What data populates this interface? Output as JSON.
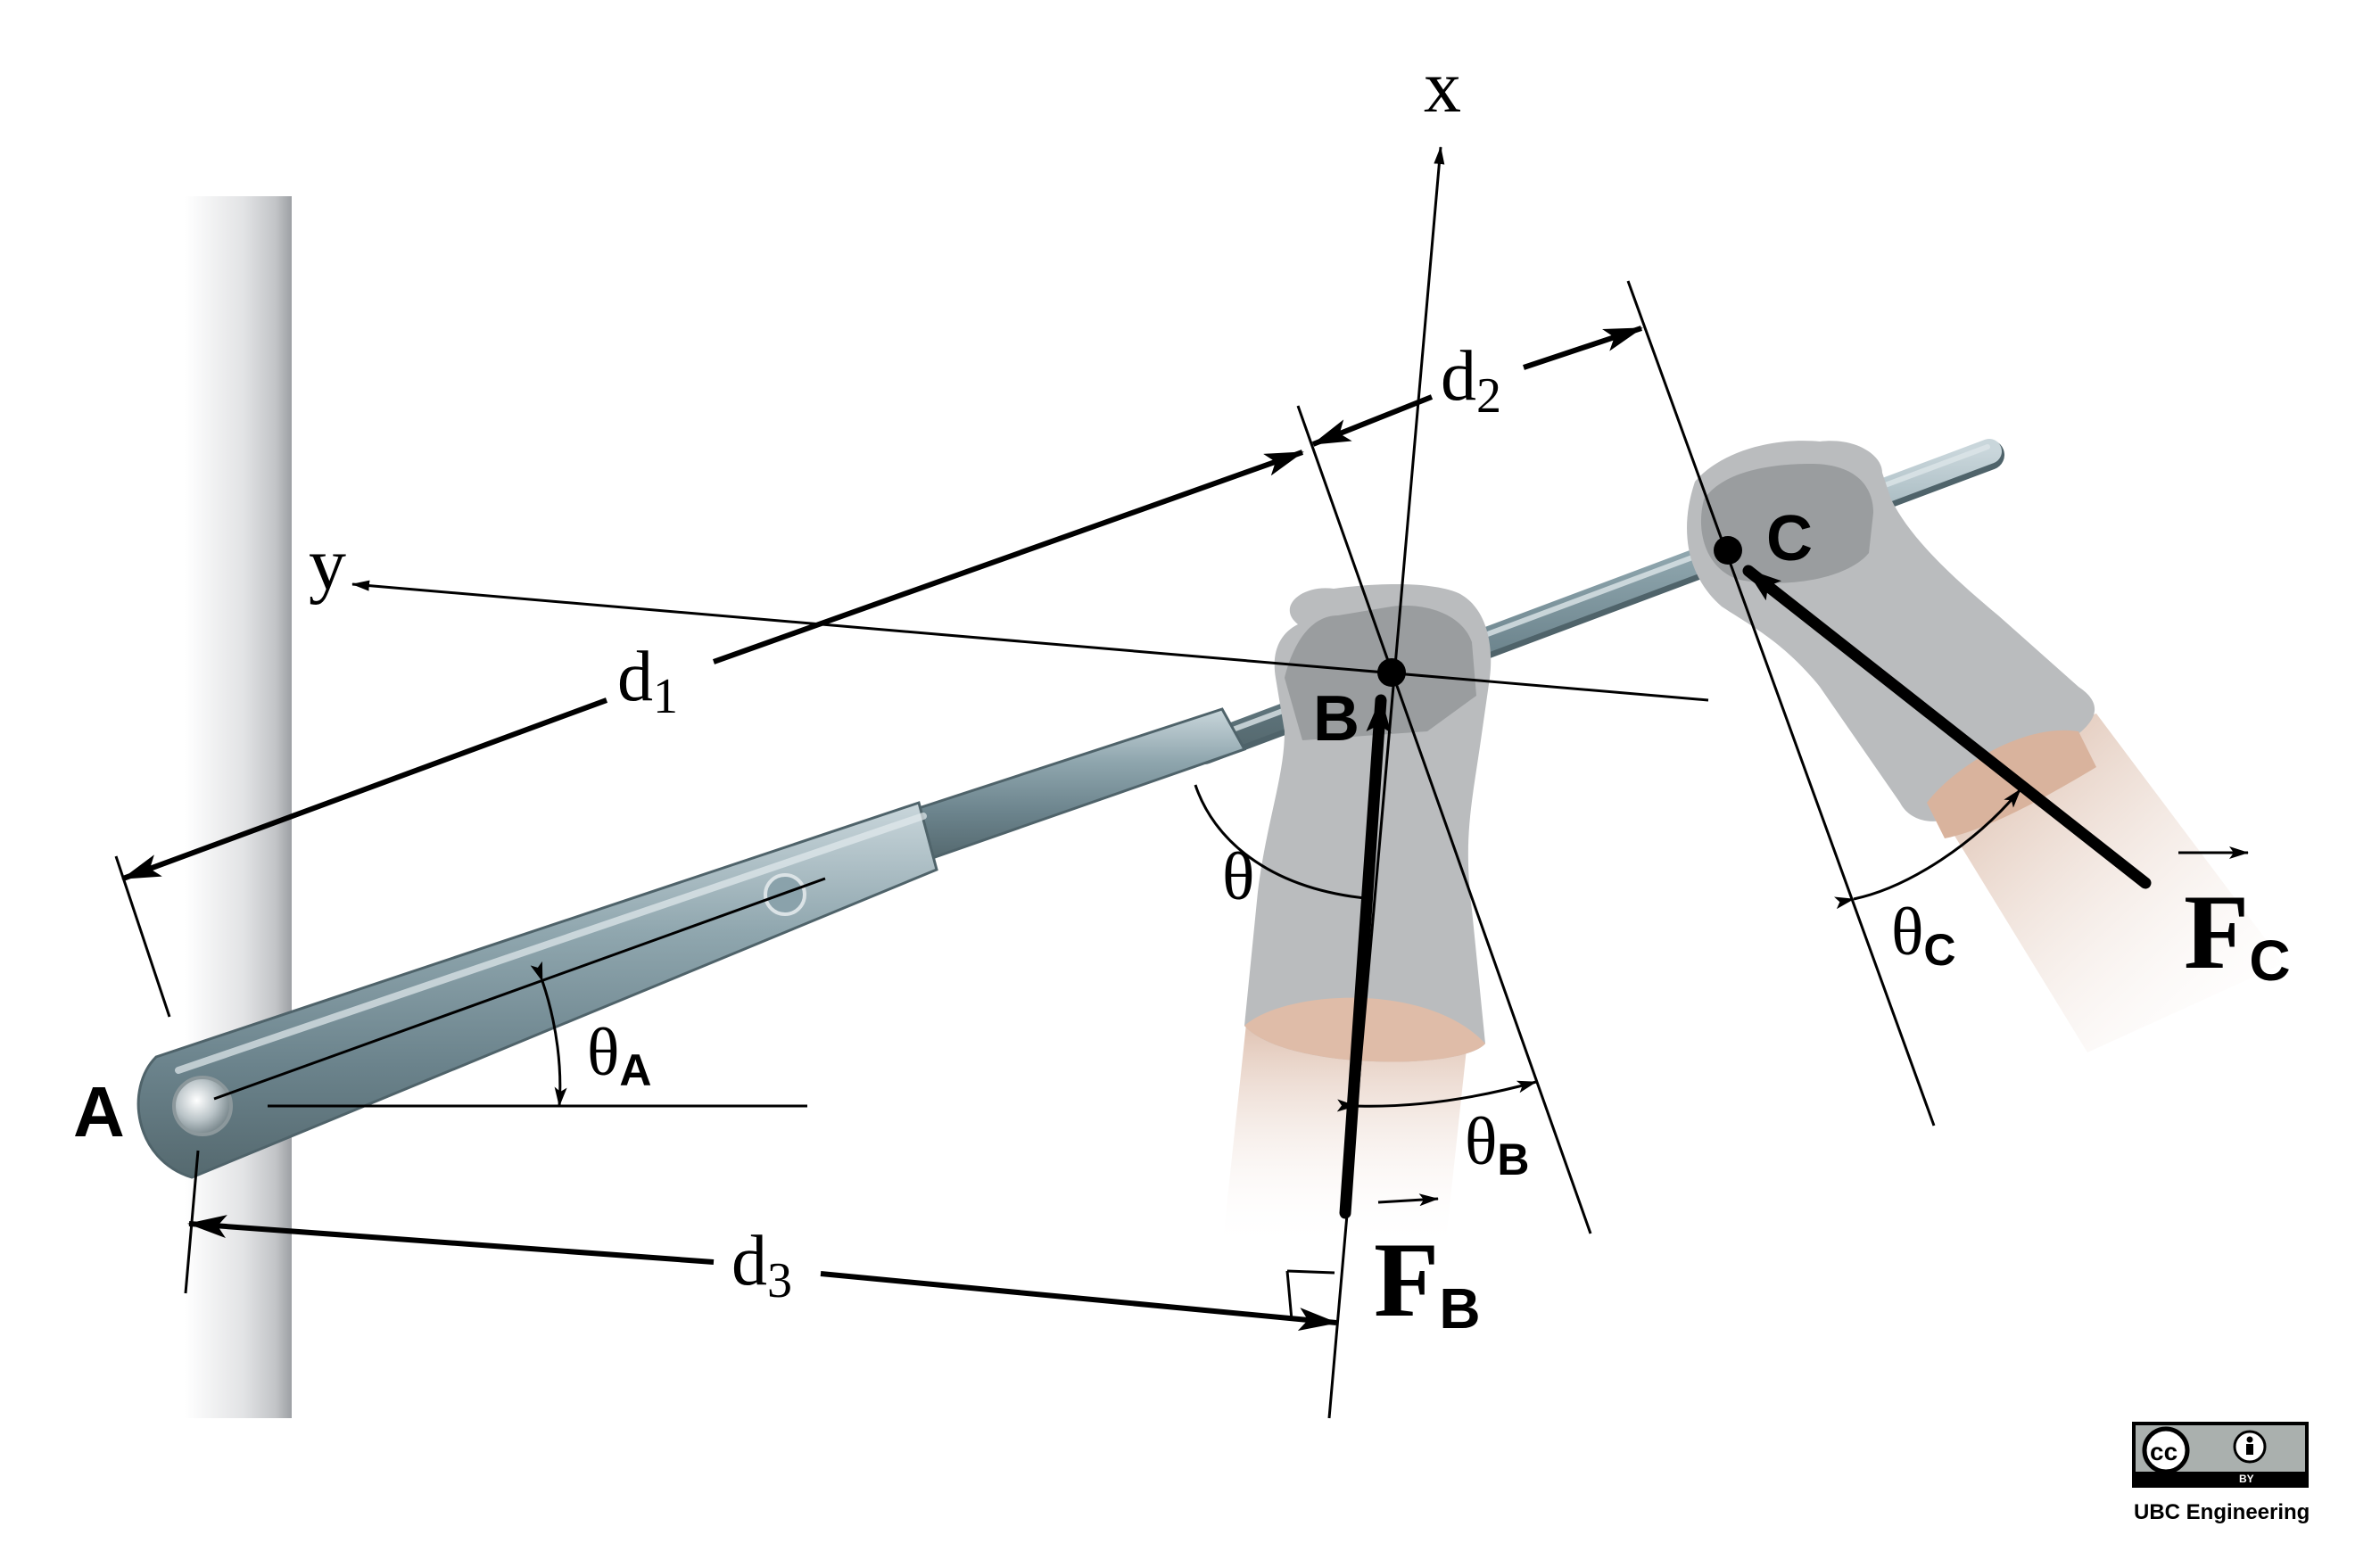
{
  "labels": {
    "point_a": "A",
    "point_b": "B",
    "point_c": "C",
    "axis_x": "x",
    "axis_y": "y",
    "d1": {
      "main": "d",
      "sub": "1"
    },
    "d2": {
      "main": "d",
      "sub": "2"
    },
    "d3": {
      "main": "d",
      "sub": "3"
    },
    "theta": "θ",
    "theta_a": {
      "main": "θ",
      "sub": "A"
    },
    "theta_b": {
      "main": "θ",
      "sub": "B"
    },
    "theta_c": {
      "main": "θ",
      "sub": "C"
    },
    "force_b": {
      "main": "F",
      "sub": "B"
    },
    "force_c": {
      "main": "F",
      "sub": "C"
    }
  },
  "license": {
    "badge_left": "cc",
    "badge_by": "BY",
    "credit": "UBC Engineering"
  },
  "colors": {
    "line": "#000000",
    "wall": "#c4c6c9",
    "rod": "#7e959e",
    "glove": "#b9bbbd",
    "glove_dark": "#8f9294",
    "skin": "#d9b7a2"
  },
  "icons": {
    "cc": "creative-commons-icon",
    "by": "attribution-person-icon"
  }
}
